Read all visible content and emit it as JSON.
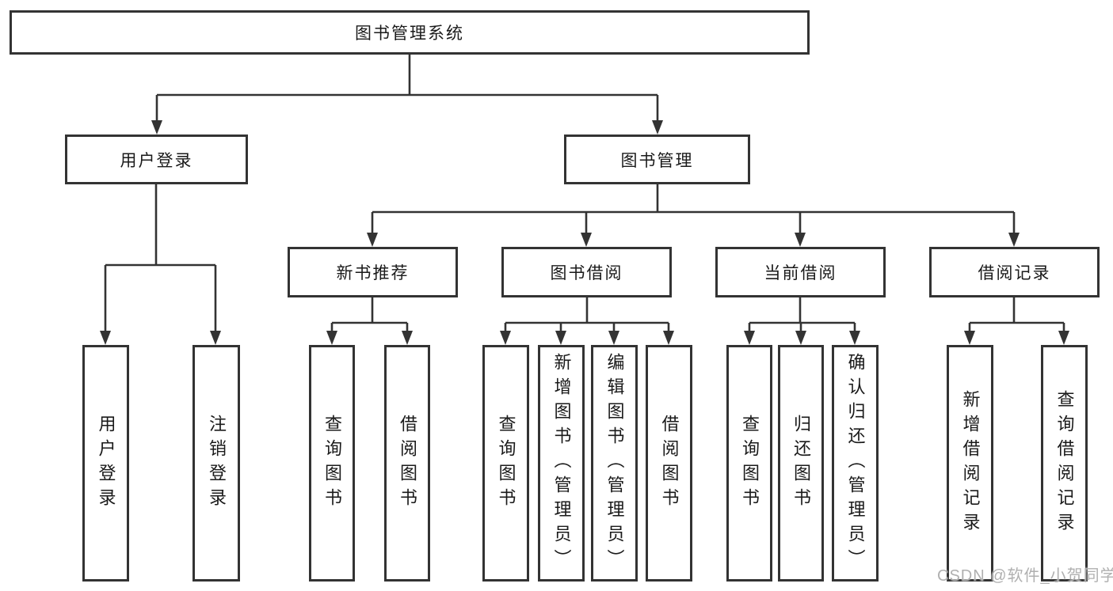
{
  "tree": {
    "label": "图书管理系统",
    "children": [
      {
        "label": "用户登录",
        "children": [
          {
            "label": "用户登录"
          },
          {
            "label": "注销登录"
          }
        ]
      },
      {
        "label": "图书管理",
        "children": [
          {
            "label": "新书推荐",
            "children": [
              {
                "label": "查询图书"
              },
              {
                "label": "借阅图书"
              }
            ]
          },
          {
            "label": "图书借阅",
            "children": [
              {
                "label": "查询图书"
              },
              {
                "label": "新增图书（管理员）"
              },
              {
                "label": "编辑图书（管理员）"
              },
              {
                "label": "借阅图书"
              }
            ]
          },
          {
            "label": "当前借阅",
            "children": [
              {
                "label": "查询图书"
              },
              {
                "label": "归还图书"
              },
              {
                "label": "确认归还（管理员）"
              }
            ]
          },
          {
            "label": "借阅记录",
            "children": [
              {
                "label": "新增借阅记录"
              },
              {
                "label": "查询借阅记录"
              }
            ]
          }
        ]
      }
    ]
  },
  "watermark": {
    "text": "CSDN @软件_小贺同学"
  },
  "colors": {
    "line": "#333333",
    "box_background": "#ffffff",
    "text": "#1a1a1a",
    "watermark": "#b0b0b0"
  }
}
